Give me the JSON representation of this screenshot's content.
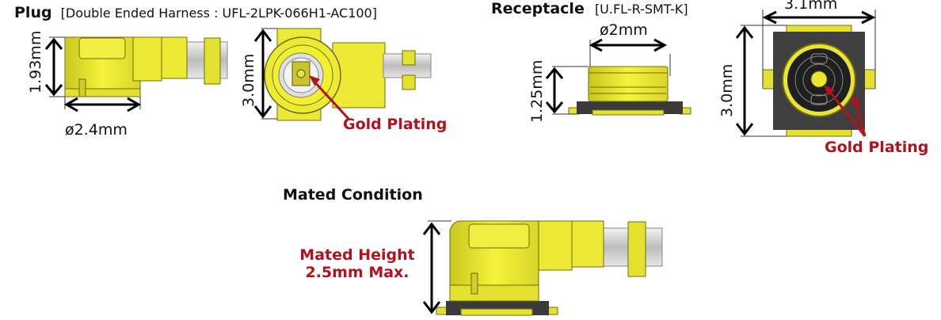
{
  "plug": {
    "title": "Plug",
    "subtitle": "[Double Ended Harness : UFL-2LPK-066H1-AC100]",
    "height_dim": "1.93mm",
    "diameter_dim": "ø2.4mm",
    "top_view_height_dim": "3.0mm",
    "callout": "Gold Plating"
  },
  "receptacle": {
    "title": "Receptacle",
    "subtitle": "[U.FL-R-SMT-K]",
    "diameter_dim": "ø2mm",
    "height_dim": "1.25mm",
    "width_dim": "3.1mm",
    "top_view_height_dim": "3.0mm",
    "callout": "Gold Plating"
  },
  "mated": {
    "title": "Mated Condition",
    "callout_line1": "Mated Height",
    "callout_line2": "2.5mm Max."
  },
  "colors": {
    "gold": "#e8e633",
    "gold_dark": "#8a8a10",
    "body_dark": "#3a3a3a",
    "cable_silver": "#cfcfcf",
    "callout_red": "#b3121d"
  }
}
